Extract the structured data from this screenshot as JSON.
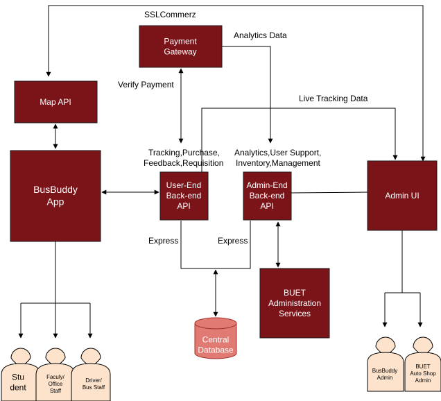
{
  "colors": {
    "box_fill": "#7a1419",
    "box_stroke": "#1a1a1a",
    "db_fill": "#e07a72",
    "db_stroke": "#a3312c",
    "person_fill": "#fde3cc",
    "line": "#000000"
  },
  "nodes": {
    "payment_gateway": [
      "Payment",
      "Gateway"
    ],
    "map_api": [
      "Map API"
    ],
    "busbuddy_app": [
      "BusBuddy",
      "App"
    ],
    "user_backend": [
      "User-End",
      "Back-end",
      "API"
    ],
    "admin_backend": [
      "Admin-End",
      "Back-end",
      "API"
    ],
    "admin_ui": [
      "Admin UI"
    ],
    "buet_admin": [
      "BUET",
      "Administration",
      "Services"
    ],
    "central_db": [
      "Central",
      "Database"
    ]
  },
  "actors": {
    "student": [
      "Stu",
      "dent"
    ],
    "faculty": [
      "Faculy/",
      "Office",
      "Staff"
    ],
    "driver": [
      "Driver/",
      "Bus Staff"
    ],
    "busbuddy_admin": [
      "BusBuddy",
      "Admin"
    ],
    "buet_autoshop_admin": [
      "BUET",
      "Auto Shop",
      "Admin"
    ]
  },
  "edge_labels": {
    "sslcommerz": "SSLCommerz",
    "analytics_data": "Analytics Data",
    "verify_payment": "Verify Payment",
    "live_tracking": "Live Tracking Data",
    "user_api_features_1": "Tracking,Purchase,",
    "user_api_features_2": "Feedback,Requisition",
    "admin_api_features_1": "Analytics,User Support,",
    "admin_api_features_2": "Inventory,Management",
    "express_user": "Express",
    "express_admin": "Express"
  }
}
